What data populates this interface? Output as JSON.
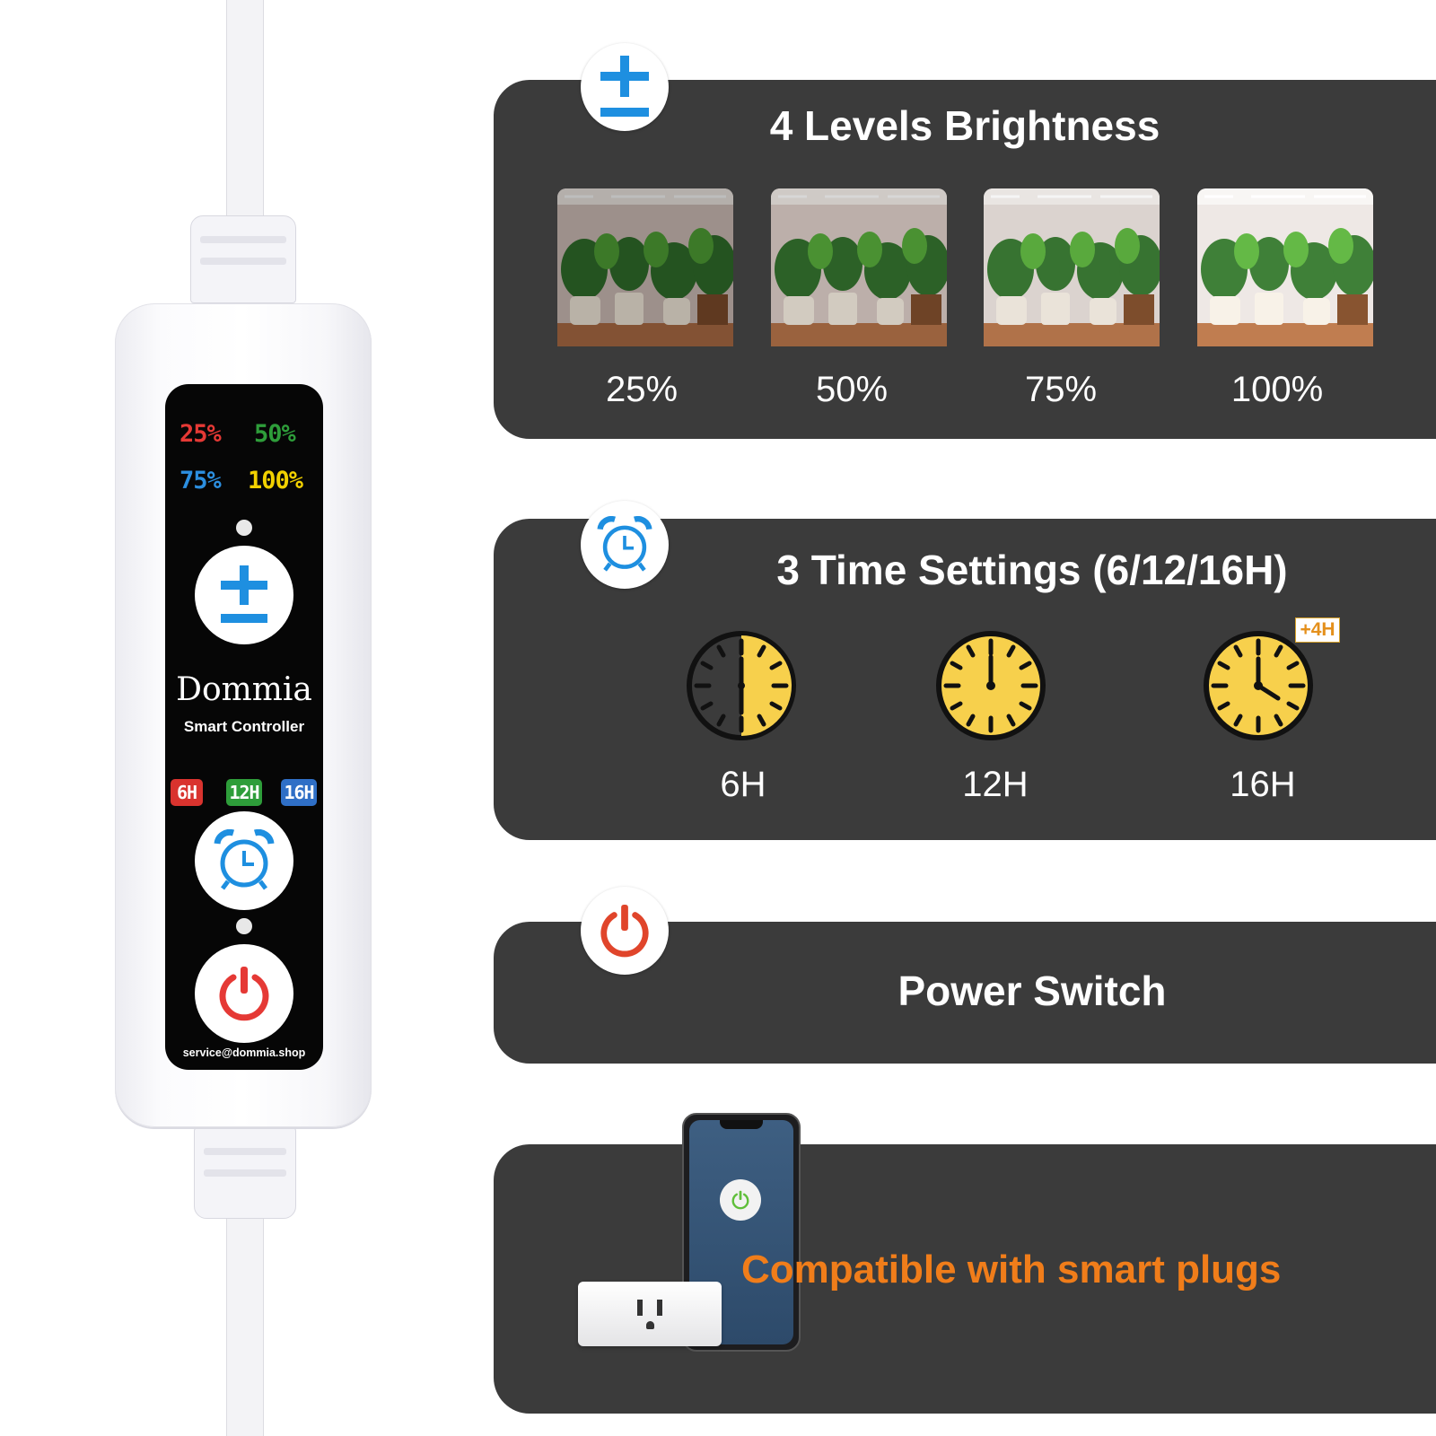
{
  "controller": {
    "levels": [
      "25%",
      "50%",
      "75%",
      "100%"
    ],
    "brand": "Dommia",
    "subtitle": "Smart Controller",
    "timers": [
      "6H",
      "12H",
      "16H"
    ],
    "email": "service@dommia.shop"
  },
  "brightness": {
    "title": "4 Levels Brightness",
    "levels": [
      {
        "label": "25%",
        "value": 25
      },
      {
        "label": "50%",
        "value": 50
      },
      {
        "label": "75%",
        "value": 75
      },
      {
        "label": "100%",
        "value": 100
      }
    ]
  },
  "timer": {
    "title": "3 Time Settings (6/12/16H)",
    "settings": [
      {
        "label": "6H",
        "hours": 6
      },
      {
        "label": "12H",
        "hours": 12
      },
      {
        "label": "16H",
        "hours": 16
      }
    ],
    "extra": "+4H"
  },
  "power": {
    "title": "Power Switch"
  },
  "smart_plug": {
    "title": "Compatible with smart plugs"
  },
  "colors": {
    "card_bg": "#3b3b3b",
    "accent_blue": "#1e8fe0",
    "power_red": "#e0452b",
    "orange_text": "#f07d1a",
    "clock_yellow": "#f7d04c",
    "level_red": "#e53935",
    "level_green": "#2e9d3a",
    "level_blue": "#2c8fe0",
    "level_yellow": "#f2d100"
  }
}
